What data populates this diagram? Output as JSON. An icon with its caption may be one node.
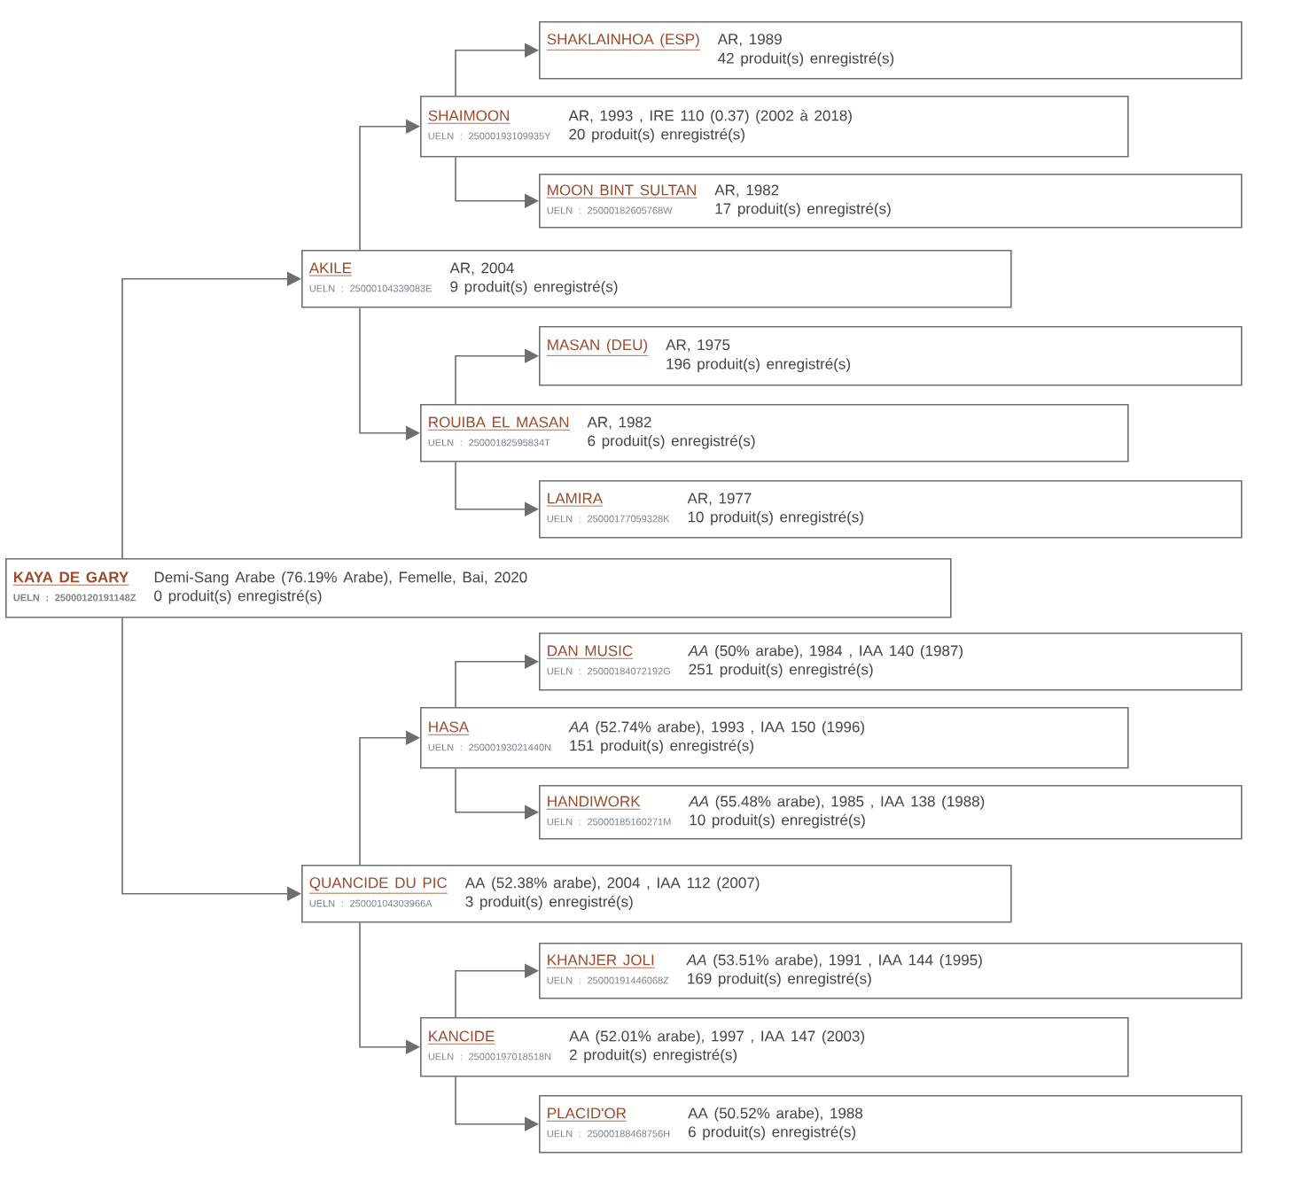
{
  "diagram": {
    "nodes": [
      {
        "text": [
          "SHAKLAINHOA (ESP)",
          "AR, 1989",
          "42 produit(s) enregistré(s)"
        ]
      },
      {
        "text": [
          "SHAIMOON",
          "UELN : 25000193109935Y",
          "AR, 1993 , IRE 110 (0.37) (2002 à 2018)",
          "20 produit(s) enregistré(s)"
        ]
      },
      {
        "text": [
          "MOON BINT SULTAN",
          "UELN : 25000182605768W",
          "AR, 1982",
          "17 produit(s) enregistré(s)"
        ]
      },
      {
        "text": [
          "AKILE",
          "UELN : 25000104339083E",
          "AR, 2004",
          "9 produit(s) enregistré(s)"
        ]
      },
      {
        "text": [
          "MASAN (DEU)",
          "AR, 1975",
          "196 produit(s) enregistré(s)"
        ]
      },
      {
        "text": [
          "ROUIBA EL MASAN",
          "UELN : 25000182595834T",
          "AR, 1982",
          "6 produit(s) enregistré(s)"
        ]
      },
      {
        "text": [
          "LAMIRA",
          "UELN : 25000177059328K",
          "AR, 1977",
          "10 produit(s) enregistré(s)"
        ]
      },
      {
        "text": [
          "KAYA DE GARY",
          "UELN : 25000120191148Z",
          "Demi-Sang Arabe (76.19% Arabe), Femelle, Bai, 2020",
          "0 produit(s) enregistré(s)"
        ]
      },
      {
        "text": [
          "DAN MUSIC",
          "UELN : 25000184072192G",
          "*AA* (50% arabe), 1984 , IAA 140 (1987)",
          "251 produit(s) enregistré(s)"
        ]
      },
      {
        "text": [
          "HASA",
          "UELN : 25000193021440N",
          "*AA* (52.74% arabe), 1993 , IAA 150 (1996)",
          "151 produit(s) enregistré(s)"
        ]
      },
      {
        "text": [
          "HANDIWORK",
          "UELN : 25000185160271M",
          "*AA* (55.48% arabe), 1985 , IAA 138 (1988)",
          "10 produit(s) enregistré(s)"
        ]
      },
      {
        "text": [
          "QUANCIDE DU PIC",
          "UELN : 25000104303966A",
          "AA (52.38% arabe), 2004 , IAA 112 (2007)",
          "3 produit(s) enregistré(s)"
        ]
      },
      {
        "text": [
          "KHANJER JOLI",
          "UELN : 25000191446068Z",
          "*AA* (53.51% arabe), 1991 , IAA 144 (1995)",
          "169 produit(s) enregistré(s)"
        ]
      },
      {
        "text": [
          "KANCIDE",
          "UELN : 25000197018518N",
          "AA (52.01% arabe), 1997 , IAA 147 (2003)",
          "2 produit(s) enregistré(s)"
        ]
      },
      {
        "text": [
          "PLACID'OR",
          "UELN : 25000188468756H",
          "AA (50.52% arabe), 1988",
          "6 produit(s) enregistré(s)"
        ]
      }
    ],
    "edges": [
      {
        "from": 7,
        "to": 3,
        "arrow": "to"
      },
      {
        "from": 7,
        "to": 11,
        "arrow": "to"
      },
      {
        "from": 3,
        "to": 1,
        "arrow": "to"
      },
      {
        "from": 3,
        "to": 5,
        "arrow": "to"
      },
      {
        "from": 1,
        "to": 0,
        "arrow": "to"
      },
      {
        "from": 1,
        "to": 2,
        "arrow": "to"
      },
      {
        "from": 5,
        "to": 4,
        "arrow": "to"
      },
      {
        "from": 5,
        "to": 6,
        "arrow": "to"
      },
      {
        "from": 11,
        "to": 9,
        "arrow": "to"
      },
      {
        "from": 11,
        "to": 13,
        "arrow": "to"
      },
      {
        "from": 9,
        "to": 8,
        "arrow": "to"
      },
      {
        "from": 9,
        "to": 10,
        "arrow": "to"
      },
      {
        "from": 13,
        "to": 12,
        "arrow": "to"
      },
      {
        "from": 13,
        "to": 14,
        "arrow": "to"
      }
    ]
  }
}
